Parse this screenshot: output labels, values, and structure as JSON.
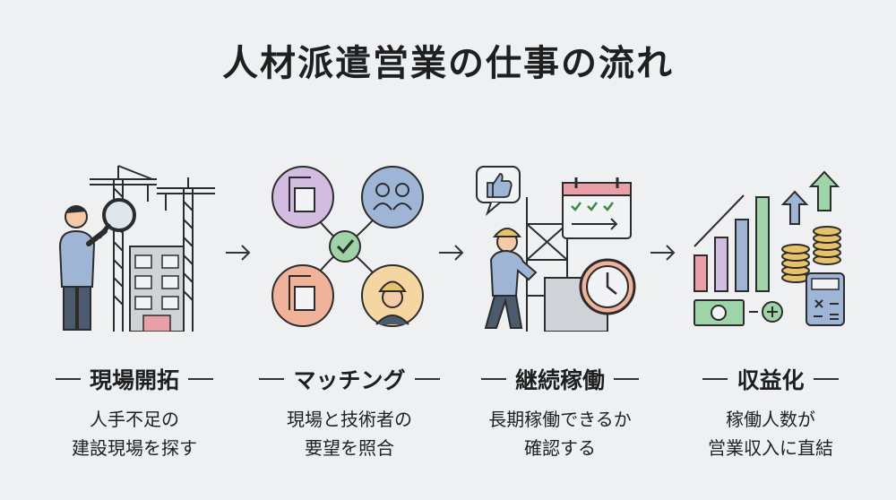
{
  "title": "人材派遣営業の仕事の流れ",
  "steps": [
    {
      "label": "現場開拓",
      "desc": [
        "人手不足の",
        "建設現場を探す"
      ]
    },
    {
      "label": "マッチング",
      "desc": [
        "現場と技術者の",
        "要望を照合"
      ]
    },
    {
      "label": "継続稼働",
      "desc": [
        "長期稼働できるか",
        "確認する"
      ]
    },
    {
      "label": "収益化",
      "desc": [
        "稼働人数が",
        "営業収入に直結"
      ]
    }
  ],
  "colors": {
    "pink": "#e8a0a6",
    "blue": "#9fb5d6",
    "green": "#9ed4a8",
    "gold": "#e8c26a",
    "purple": "#d2bce0",
    "peach": "#f0b39a"
  }
}
